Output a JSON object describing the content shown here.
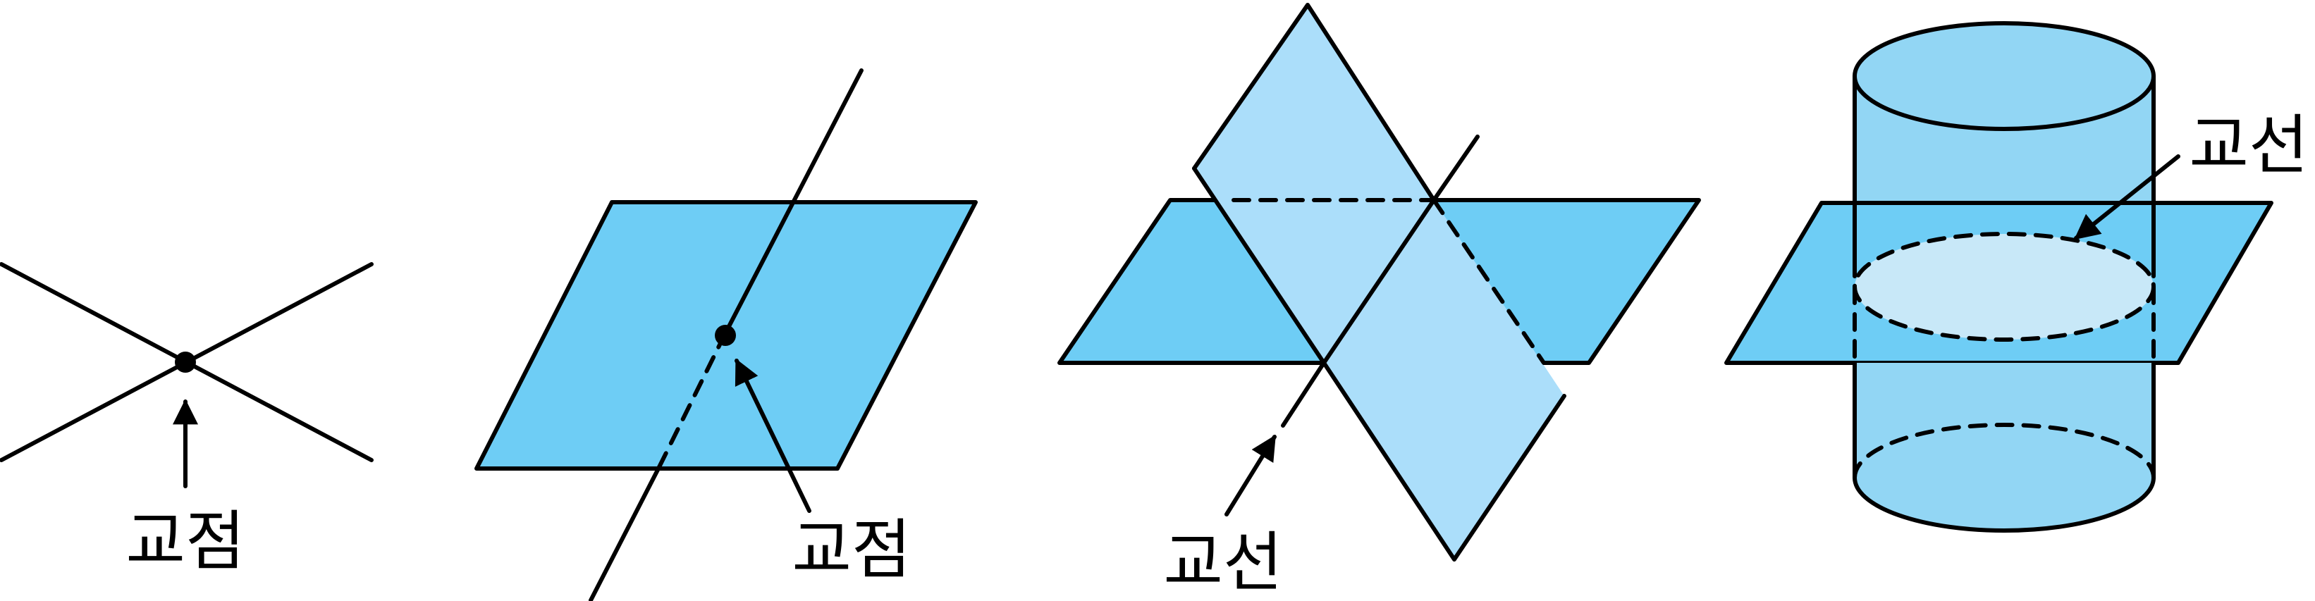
{
  "figures": [
    {
      "label": "교점"
    },
    {
      "label": "교점"
    },
    {
      "label": "교선"
    },
    {
      "label": "교선"
    }
  ],
  "colors": {
    "plane": "#6ecdf5",
    "plane_light": "#abdefa",
    "cylinder": "#92d6f4",
    "stroke": "#000000"
  },
  "icons": [
    "arrow-icon",
    "point-marker-icon"
  ]
}
